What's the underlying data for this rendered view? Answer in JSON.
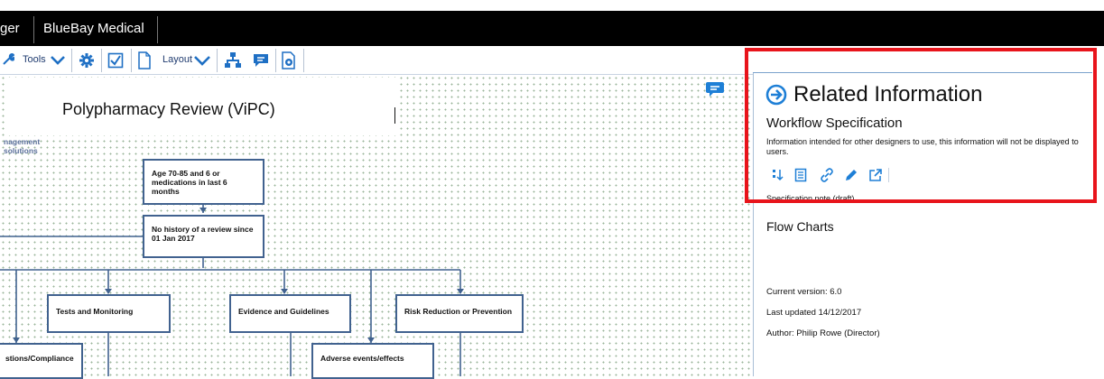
{
  "topbar": {
    "app_fragment": "ger",
    "org_name": "BlueBay Medical"
  },
  "toolbar": {
    "tools_label": "Tools",
    "layout_label": "Layout"
  },
  "canvas": {
    "title": "Polypharmacy Review (ViPC)",
    "logo_line1": "nagement",
    "logo_line2": "solutions",
    "nodes": {
      "age": "Age 70-85 and 6 or medications in last 6 months",
      "history": "No history of a review since 01 Jan 2017",
      "tests": "Tests and Monitoring",
      "evidence": "Evidence and Guidelines",
      "risk": "Risk Reduction or Prevention",
      "compliance": "stions/Compliance",
      "adverse": "Adverse events/effects"
    }
  },
  "panel": {
    "heading": "Related Information",
    "workflow_title": "Workflow Specification",
    "workflow_desc": "Information intended for other designers to use, this information will not be displayed to",
    "workflow_desc2": "users.",
    "spec_fragment": "Specification note (draft)",
    "flowcharts_title": "Flow Charts",
    "current_version": "Current version: 6.0",
    "last_updated": "Last updated 14/12/2017",
    "author": "Author: Philip Rowe (Director)"
  },
  "colors": {
    "accent": "#1e7fd6",
    "node_border": "#41628f",
    "highlight": "#e8141b"
  }
}
